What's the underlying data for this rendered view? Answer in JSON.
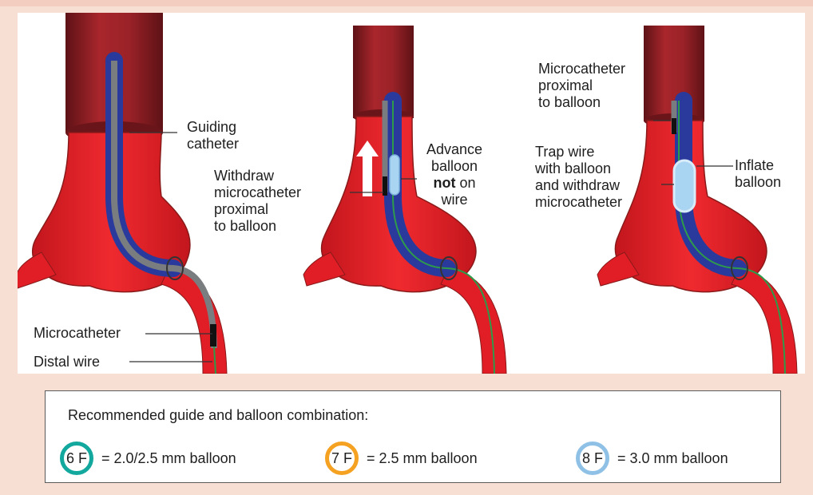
{
  "panels": [
    {
      "labels": {
        "guiding_catheter": "Guiding\ncatheter",
        "withdraw": "Withdraw\nmicrocatheter\nproximal\nto balloon",
        "microcatheter": "Microcatheter",
        "distal_wire": "Distal wire"
      }
    },
    {
      "labels": {
        "advance_balloon_1": "Advance\nballoon",
        "advance_not": "not",
        "advance_on": " on",
        "advance_wire": "wire"
      }
    },
    {
      "labels": {
        "micro_proximal": "Microcatheter\nproximal\nto balloon",
        "trap_wire": "Trap wire\nwith balloon\nand withdraw\nmicrocatheter",
        "inflate": "Inflate\nballoon"
      }
    }
  ],
  "legend": {
    "title": "Recommended guide and balloon combination:",
    "items": [
      {
        "size": "6 F",
        "text": "= 2.0/2.5 mm balloon",
        "color": "#13a89e"
      },
      {
        "size": "7 F",
        "text": "= 2.5 mm balloon",
        "color": "#f5a122"
      },
      {
        "size": "8 F",
        "text": "= 3.0 mm balloon",
        "color": "#8fc1e6"
      }
    ]
  },
  "colors": {
    "vessel": "#e11d26",
    "vessel_outline": "#8a1a1a",
    "aorta": "#8e1f24",
    "guide": "#2a3a9c",
    "micro": "#7a7d80",
    "wire": "#2e9b4a",
    "balloon": "#a9d4f2"
  }
}
